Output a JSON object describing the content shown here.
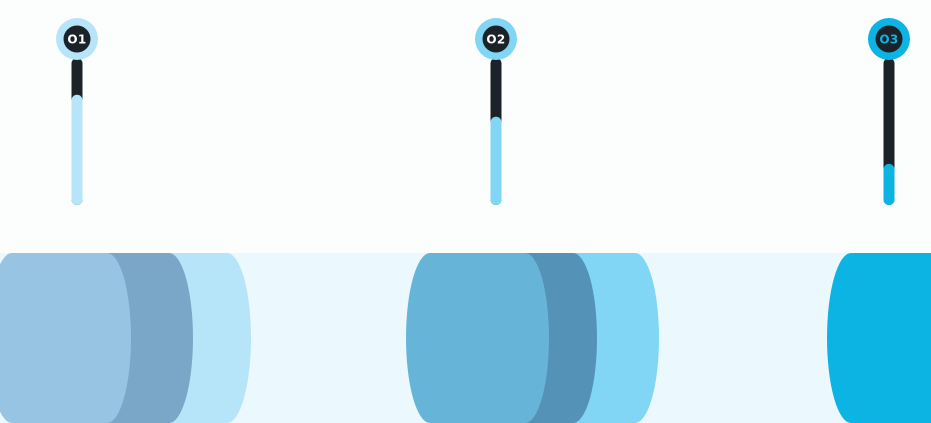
{
  "colors": {
    "background": "#fcfdfd",
    "band": "#ebf8fd",
    "pin_stem_dark": "#1b2329",
    "badge_dark": "#1b2329"
  },
  "markers": [
    {
      "label": "O1",
      "progress": 0.75,
      "ring_color": "#b6e4f8",
      "fill_color": "#b6e4f8",
      "label_color": "#ffffff",
      "badge_color": "#1b2329",
      "disc_colors": {
        "back": "#b6e4f8",
        "middle": "#7aa7c8",
        "front": "#97c4e3"
      }
    },
    {
      "label": "O2",
      "progress": 0.6,
      "ring_color": "#80d6f4",
      "fill_color": "#80d6f4",
      "label_color": "#ffffff",
      "badge_color": "#1b2329",
      "disc_colors": {
        "back": "#80d6f4",
        "middle": "#5592b8",
        "front": "#66b5d8"
      }
    },
    {
      "label": "O3",
      "progress": 0.28,
      "ring_color": "#0cb4e3",
      "fill_color": "#0cb4e3",
      "label_color": "#0cb4e3",
      "badge_color": "#1b2329",
      "disc_colors": {
        "back": "#0d3d5a",
        "middle": "#0387b8",
        "front": "#0cb4e3"
      }
    }
  ]
}
